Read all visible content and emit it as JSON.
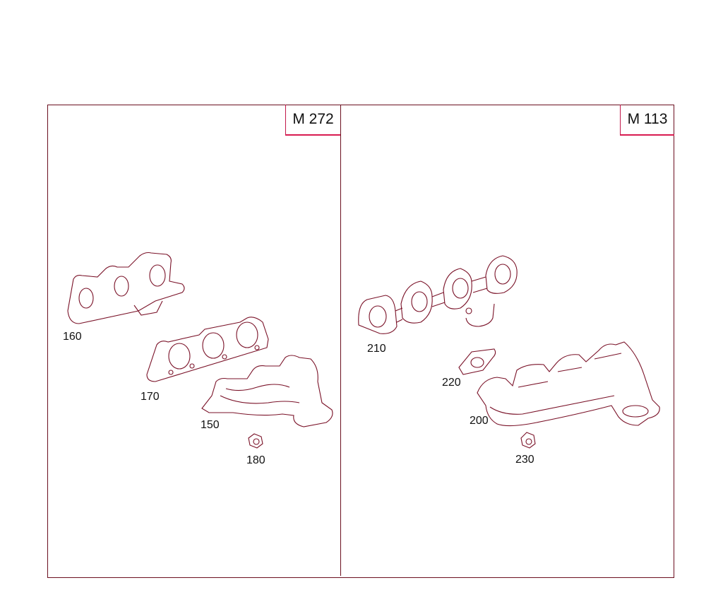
{
  "panels": [
    {
      "engine": "M 272",
      "parts": [
        {
          "number": "160",
          "name": "exhaust-manifold-heat-shield"
        },
        {
          "number": "170",
          "name": "manifold-gasket"
        },
        {
          "number": "150",
          "name": "exhaust-manifold"
        },
        {
          "number": "180",
          "name": "nut"
        }
      ]
    },
    {
      "engine": "M 113",
      "parts": [
        {
          "number": "210",
          "name": "exhaust-manifold-heat-shield"
        },
        {
          "number": "220",
          "name": "flange-gasket"
        },
        {
          "number": "200",
          "name": "exhaust-manifold"
        },
        {
          "number": "230",
          "name": "nut"
        }
      ]
    }
  ],
  "colors": {
    "line": "#7a1228",
    "label_border": "#d81b50",
    "frame": "#6b0f1f"
  }
}
